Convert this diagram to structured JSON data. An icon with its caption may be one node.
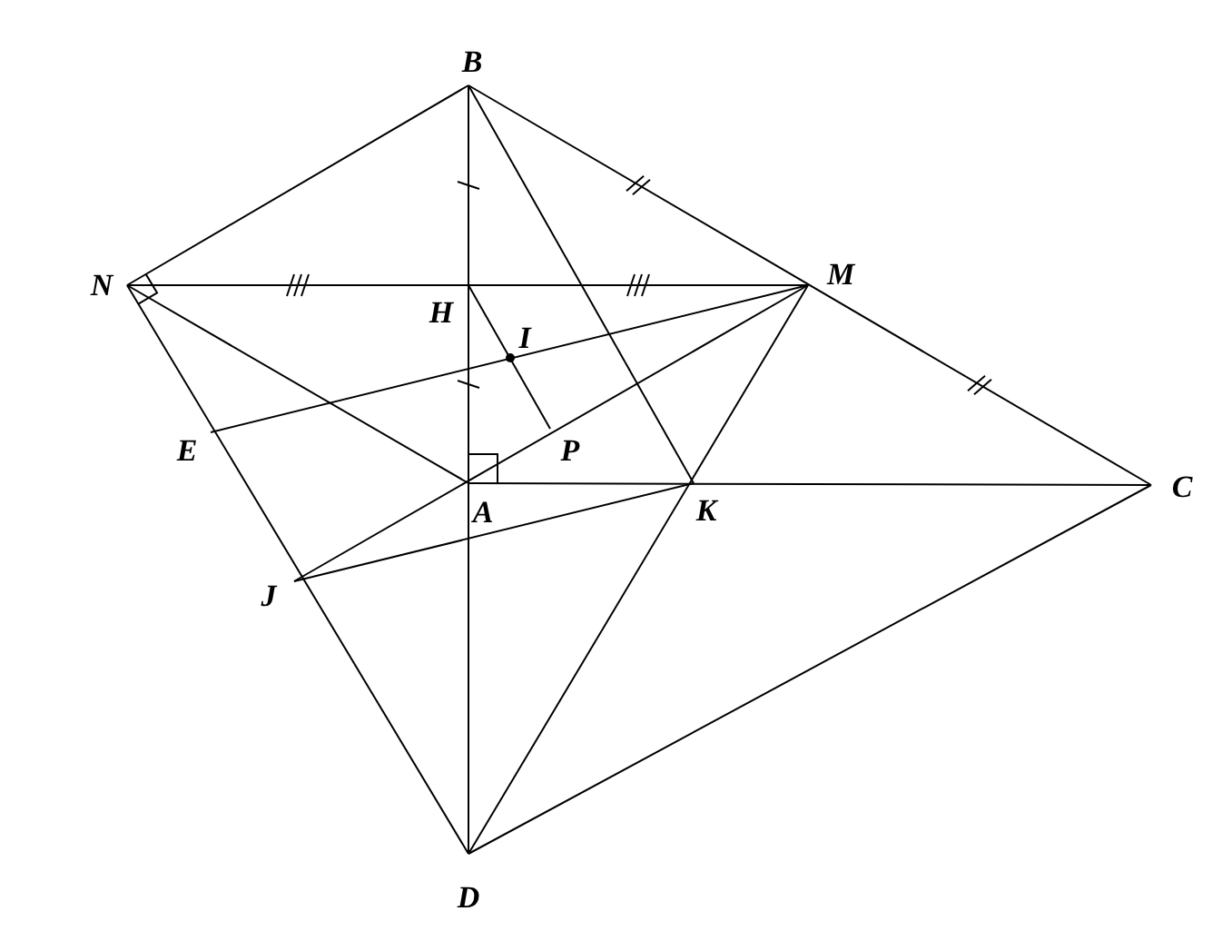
{
  "diagram": {
    "labels": [
      "B",
      "N",
      "M",
      "H",
      "I",
      "E",
      "P",
      "A",
      "K",
      "C",
      "J",
      "D"
    ]
  }
}
